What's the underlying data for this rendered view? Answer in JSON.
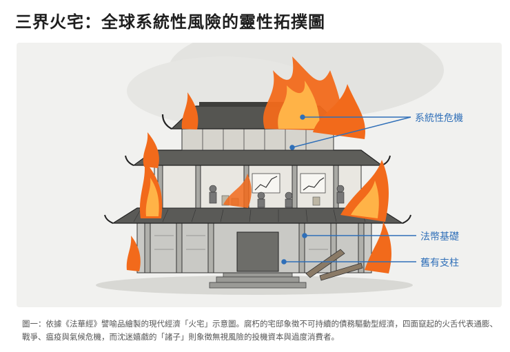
{
  "title": "三界火宅：全球系統性風險的靈性拓撲圖",
  "labels": {
    "systemic_crisis": "系統性危機",
    "fiat_foundation": "法幣基礎",
    "old_pillar": "舊有支柱"
  },
  "caption": "圖一：依據《法華經》譬喻品繪製的現代經濟「火宅」示意圖。腐朽的宅邸象徵不可持續的債務驅動型經濟，四面竄起的火舌代表通膨、戰爭、瘟疫與氣候危機，而沈迷嬉戲的「諸子」則象徵無視風險的投機資本與過度消費者。",
  "colors": {
    "accent": "#2f6fb8",
    "fire": "#f26a1b",
    "fire_core": "#ffb347"
  }
}
